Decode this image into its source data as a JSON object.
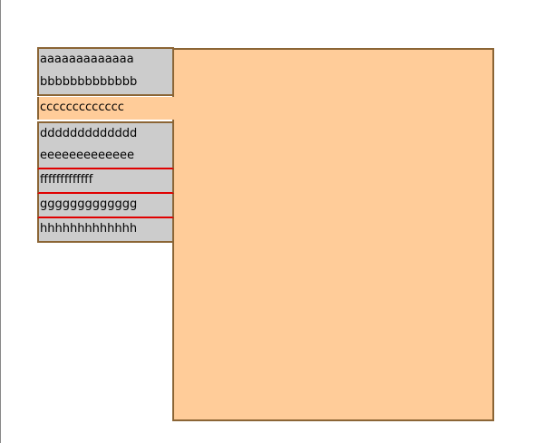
{
  "tabs": [
    {
      "label": "aaaaaaaaaaaaa",
      "selected": false
    },
    {
      "label": "bbbbbbbbbbbbb",
      "selected": false
    },
    {
      "label": "ccccccccccccc",
      "selected": true
    },
    {
      "label": "ddddddddddddd",
      "selected": false
    },
    {
      "label": "eeeeeeeeeeeee",
      "selected": false
    },
    {
      "label": "fffffffffffff",
      "selected": false
    },
    {
      "label": "ggggggggggggg",
      "selected": false
    },
    {
      "label": "hhhhhhhhhhhhh",
      "selected": false
    }
  ],
  "colors": {
    "panel_background": "#ffcc99",
    "tab_background": "#cccccc",
    "border": "#8b6535",
    "separator": "#e00000"
  }
}
